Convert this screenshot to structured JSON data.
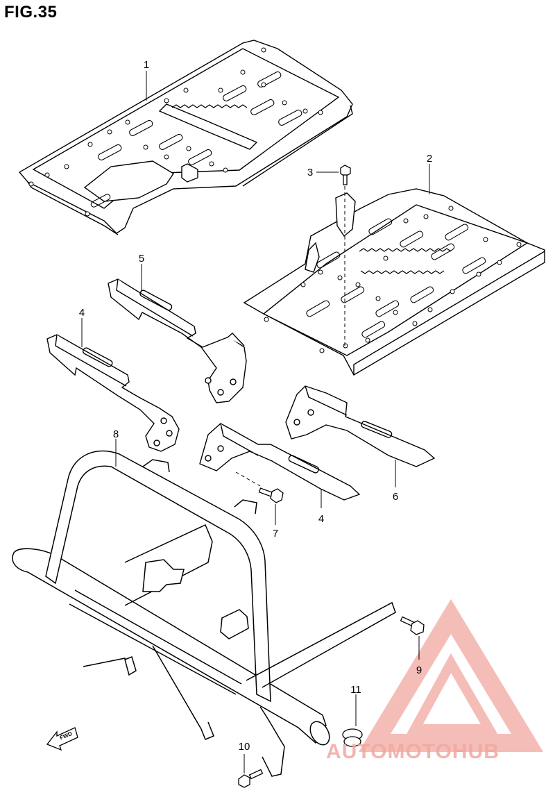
{
  "figure": {
    "title": "FIG.35"
  },
  "callouts": {
    "c1": "1",
    "c2": "2",
    "c3": "3",
    "c4a": "4",
    "c4b": "4",
    "c5": "5",
    "c6": "6",
    "c7": "7",
    "c8": "8",
    "c9": "9",
    "c10": "10",
    "c11": "11"
  },
  "fwd_label": "FWD",
  "watermark": {
    "text": "AUTOMOTOHUB",
    "color_primary": "#f2a79f",
    "color_secondary": "#cfcfcf"
  },
  "colors": {
    "line": "#000000",
    "background": "#ffffff"
  }
}
